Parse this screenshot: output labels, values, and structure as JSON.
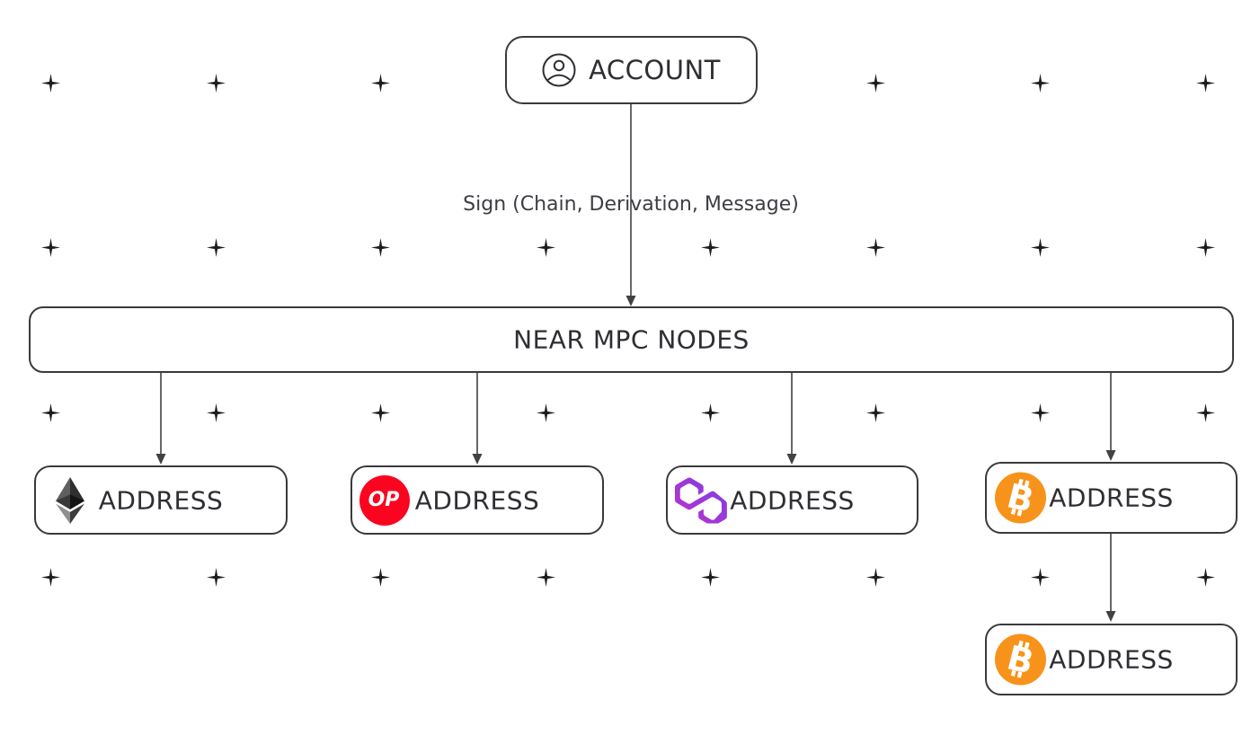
{
  "diagram": {
    "account": {
      "label": "ACCOUNT"
    },
    "sign_label": "Sign (Chain, Derivation, Message)",
    "mpc": {
      "label": "NEAR MPC NODES"
    },
    "addresses": [
      {
        "chain": "ethereum",
        "label": "ADDRESS"
      },
      {
        "chain": "optimism",
        "label": "ADDRESS",
        "badge": "OP"
      },
      {
        "chain": "polygon",
        "label": "ADDRESS"
      },
      {
        "chain": "bitcoin",
        "label": "ADDRESS"
      },
      {
        "chain": "bitcoin-derived",
        "label": "ADDRESS"
      }
    ],
    "colors": {
      "optimism_red": "#FB0420",
      "bitcoin_orange": "#F7931A",
      "polygon_gradient_start": "#BE30D0",
      "polygon_gradient_end": "#7D3FE4",
      "line": "#424242",
      "border": "#3a3a3a",
      "text": "#2e2e33"
    }
  }
}
